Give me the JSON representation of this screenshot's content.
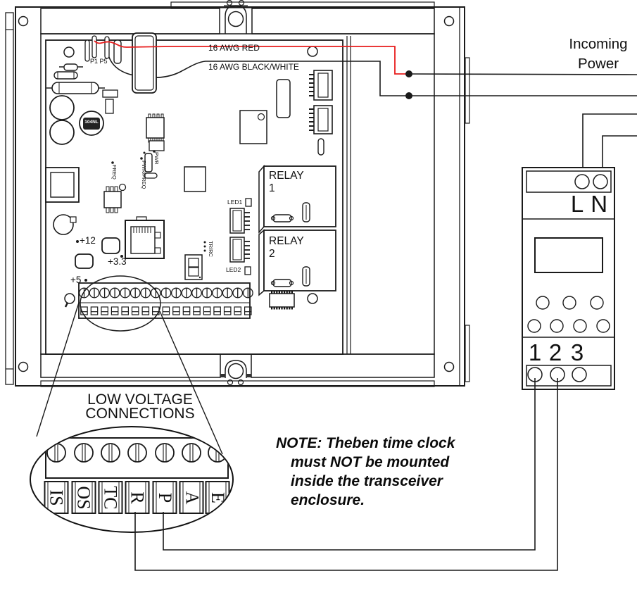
{
  "wires": {
    "red_label": "16 AWG RED",
    "black_label": "16 AWG BLACK/WHITE",
    "red_color": "#e81c1c"
  },
  "incoming_power": {
    "line1": "Incoming",
    "line2": "Power"
  },
  "board": {
    "p1p5": "P1 P5",
    "cap_label": "104NL",
    "freq": "FREQ",
    "pwr_freq": "PWR/FREQ",
    "pwr": "PWR",
    "plus12": "+12",
    "plus33": "+3.3",
    "plus5": "+5",
    "trrc": "TR/RC",
    "led1": "LED1",
    "led2": "LED2",
    "relay1": {
      "name": "RELAY",
      "num": "1"
    },
    "relay2": {
      "name": "RELAY",
      "num": "2"
    }
  },
  "magnifier": {
    "title1": "LOW VOLTAGE",
    "title2": "CONNECTIONS",
    "terminals": [
      "IS",
      "OS",
      "TC",
      "R",
      "P",
      "A",
      "E"
    ]
  },
  "clock": {
    "top_terminals": [
      "L",
      "N"
    ],
    "bottom_terminals": [
      "1",
      "2",
      "3"
    ]
  },
  "note": {
    "l1": "NOTE: Theben time clock",
    "l2": "must NOT be mounted",
    "l3": "inside the transceiver",
    "l4": "enclosure."
  }
}
